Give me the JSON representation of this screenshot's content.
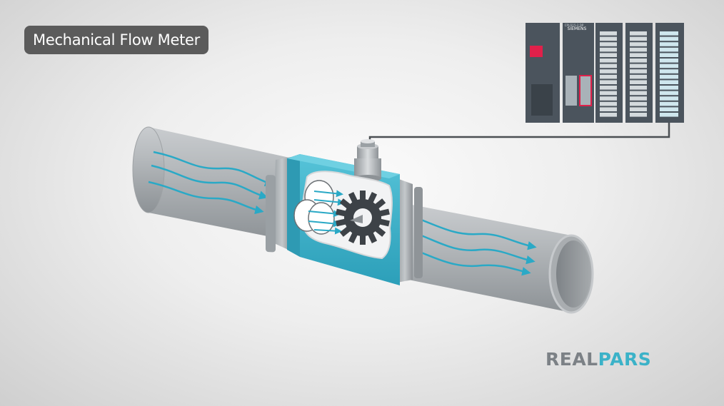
{
  "title": "Mechanical Flow Meter",
  "brand": {
    "name_part1": "REAL",
    "name_part2": "PARS",
    "color_part1": "#7c8186",
    "color_part2": "#3bb2c8"
  },
  "plc": {
    "brand_label": "SIEMENS",
    "cpu_label": "CPU315-2 DP"
  },
  "colors": {
    "meter_body": "#3fb3cb",
    "flow_arrow": "#2aa9c6",
    "pipe": "#a9adb0",
    "plc": "#4a535c",
    "title_bg": "#5b5b5b"
  },
  "icons": [
    "plc-rack-icon",
    "sensor-icon",
    "turbine-rotor-icon",
    "flow-arrow-icon"
  ]
}
